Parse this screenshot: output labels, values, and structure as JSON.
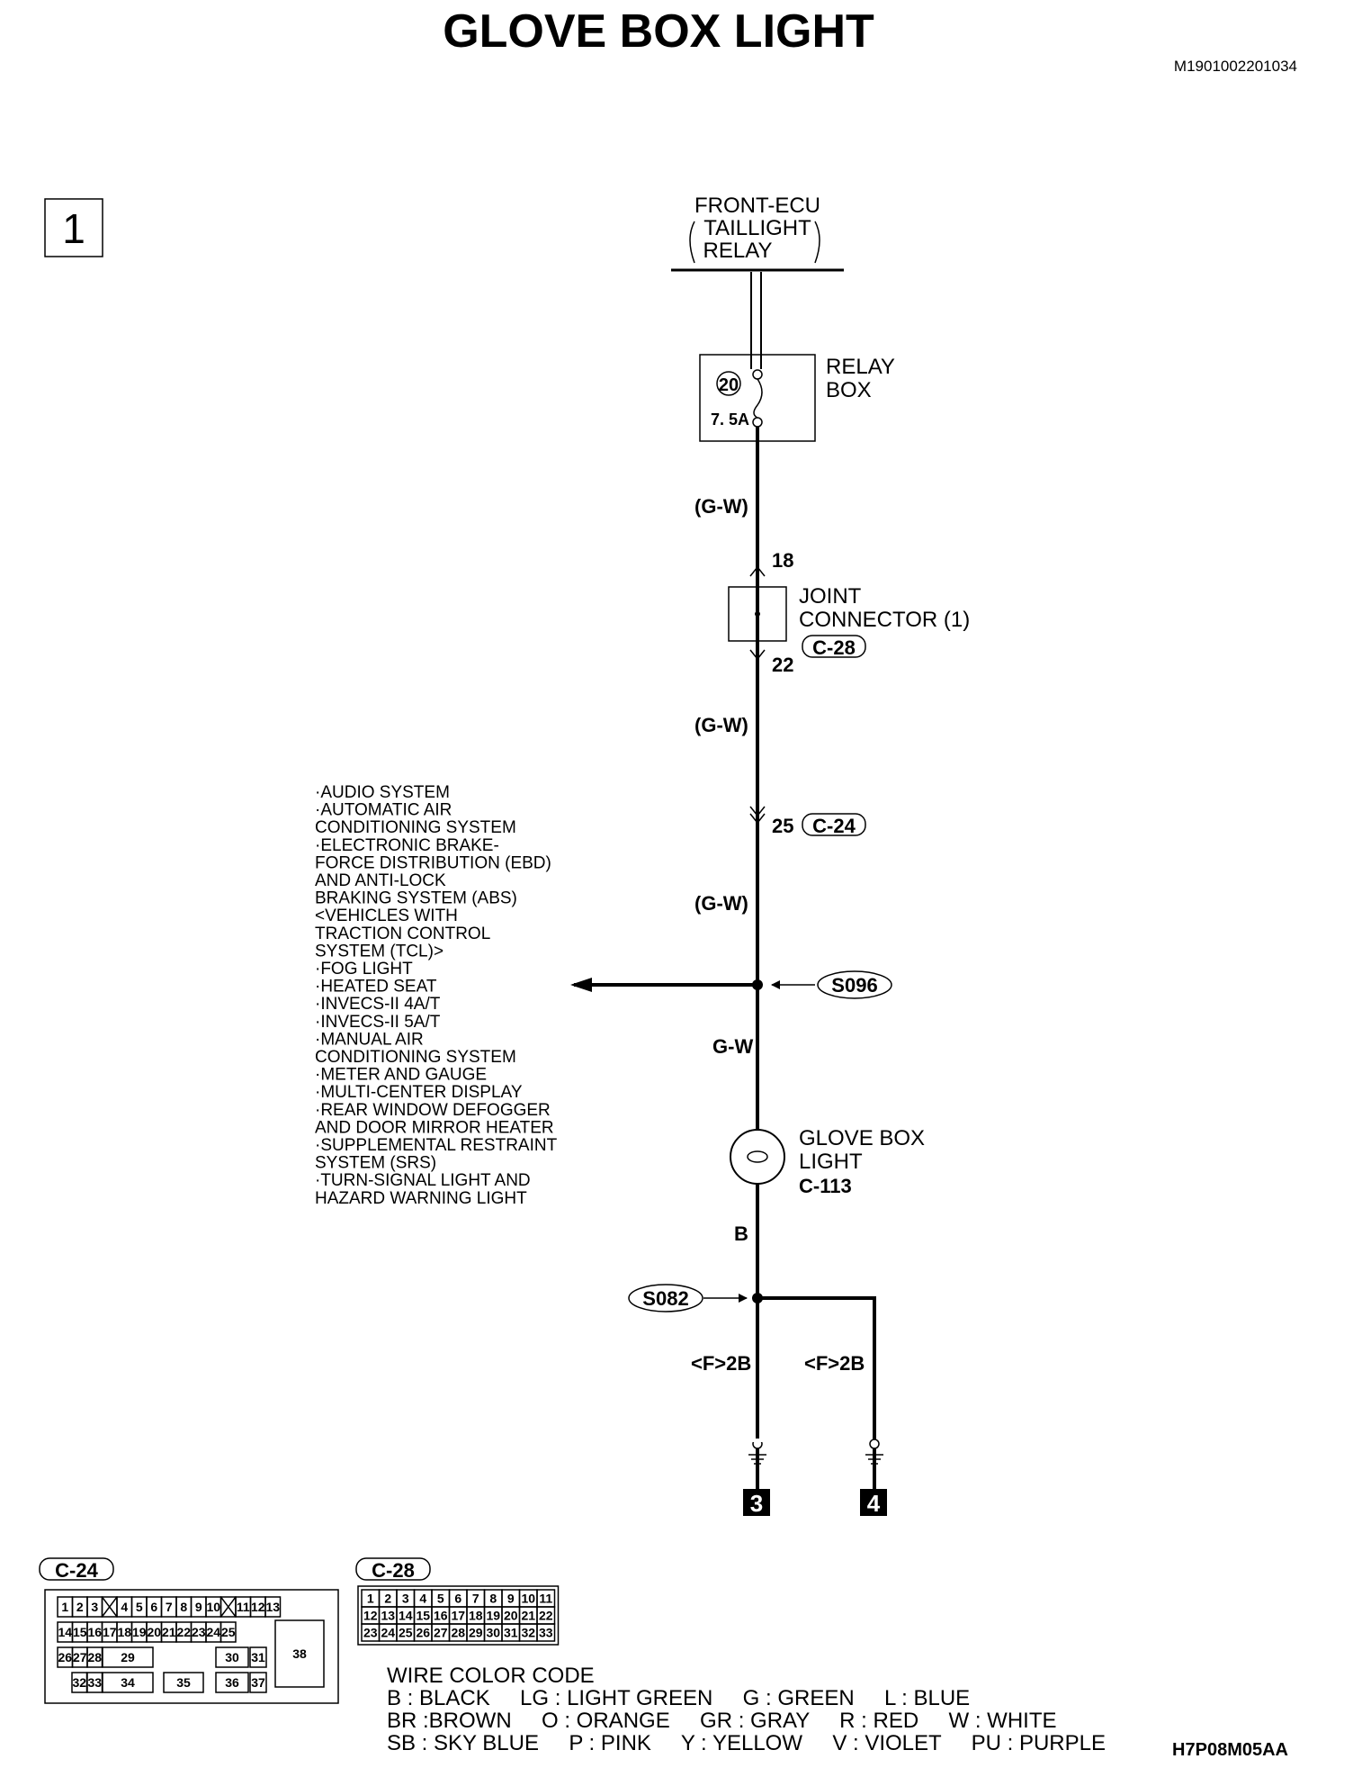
{
  "title": "GLOVE BOX LIGHT",
  "doc_code": "M1901002201034",
  "page_number": "1",
  "source": {
    "line1": "FRONT-ECU",
    "line2": "TAILLIGHT",
    "line3": "RELAY"
  },
  "relay_box": {
    "label1": "RELAY",
    "label2": "BOX",
    "fuse_number": "20",
    "fuse_rating": "7. 5A"
  },
  "wires": {
    "w1": "(G-W)",
    "w2": "(G-W)",
    "w3": "(G-W)",
    "w4": "G-W",
    "w5": "B",
    "w6": "<F>2B",
    "w7": "<F>2B"
  },
  "joint_connector": {
    "label1": "JOINT",
    "label2": "CONNECTOR (1)",
    "connector": "C-28",
    "pin_in": "18",
    "pin_out": "22"
  },
  "intermediate_connector": {
    "pin": "25",
    "connector": "C-24"
  },
  "splices": {
    "s1": "S096",
    "s2": "S082"
  },
  "systems": [
    "·AUDIO SYSTEM",
    "·AUTOMATIC AIR",
    " CONDITIONING SYSTEM",
    "·ELECTRONIC BRAKE-",
    " FORCE DISTRIBUTION (EBD)",
    " AND ANTI-LOCK",
    " BRAKING SYSTEM (ABS)",
    " <VEHICLES WITH",
    " TRACTION CONTROL",
    " SYSTEM (TCL)>",
    "·FOG LIGHT",
    "·HEATED SEAT",
    "·INVECS-II 4A/T",
    "·INVECS-II 5A/T",
    "·MANUAL AIR",
    " CONDITIONING SYSTEM",
    "·METER AND GAUGE",
    "·MULTI-CENTER DISPLAY",
    "·REAR WINDOW DEFOGGER",
    " AND DOOR MIRROR HEATER",
    "·SUPPLEMENTAL RESTRAINT",
    " SYSTEM (SRS)",
    "·TURN-SIGNAL LIGHT AND",
    " HAZARD WARNING LIGHT"
  ],
  "glove_box_light": {
    "label1": "GLOVE BOX",
    "label2": "LIGHT",
    "connector": "C-113"
  },
  "grounds": {
    "g1": "3",
    "g2": "4"
  },
  "connector_c24": {
    "tag": "C-24",
    "row1": [
      "1",
      "2",
      "3",
      "",
      "4",
      "5",
      "6",
      "7",
      "8",
      "9",
      "10",
      "",
      "11",
      "12",
      "13"
    ],
    "row2": [
      "14",
      "15",
      "16",
      "17",
      "18",
      "19",
      "20",
      "21",
      "22",
      "23",
      "24",
      "25"
    ],
    "row3": [
      "26",
      "27",
      "28",
      "29",
      "30",
      "31"
    ],
    "row4": [
      "32",
      "33",
      "34",
      "35",
      "36",
      "37"
    ],
    "big": "38"
  },
  "connector_c28": {
    "tag": "C-28",
    "row1": [
      "1",
      "2",
      "3",
      "4",
      "5",
      "6",
      "7",
      "8",
      "9",
      "10",
      "11"
    ],
    "row2": [
      "12",
      "13",
      "14",
      "15",
      "16",
      "17",
      "18",
      "19",
      "20",
      "21",
      "22"
    ],
    "row3": [
      "23",
      "24",
      "25",
      "26",
      "27",
      "28",
      "29",
      "30",
      "31",
      "32",
      "33"
    ]
  },
  "legend": {
    "title": "WIRE COLOR CODE",
    "line1": "B : BLACK     LG : LIGHT GREEN     G : GREEN     L : BLUE",
    "line2": "BR :BROWN     O : ORANGE     GR : GRAY     R : RED     W : WHITE",
    "line3": "SB : SKY BLUE     P : PINK     Y : YELLOW     V : VIOLET     PU : PURPLE"
  },
  "figure_code": "H7P08M05AA"
}
